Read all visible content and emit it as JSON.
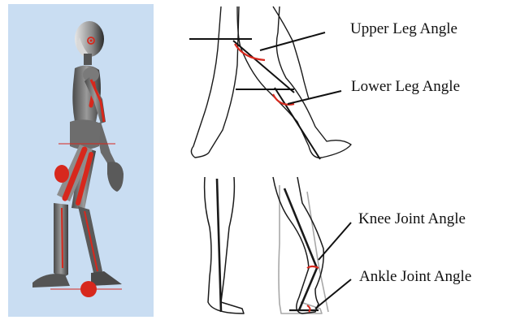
{
  "labels": {
    "upper_leg_angle": "Upper Leg Angle",
    "lower_leg_angle": "Lower Leg Angle",
    "knee_joint_angle": "Knee Joint Angle",
    "ankle_joint_angle": "Ankle Joint Angle"
  },
  "colors": {
    "panel_background": "#c9ddf2",
    "highlight": "#d7281d",
    "outline": "#1a1a1a",
    "figure_body": "#6e6e6e",
    "figure_dark": "#3c3c3c",
    "secondary_leg": "#a8a8a8"
  }
}
